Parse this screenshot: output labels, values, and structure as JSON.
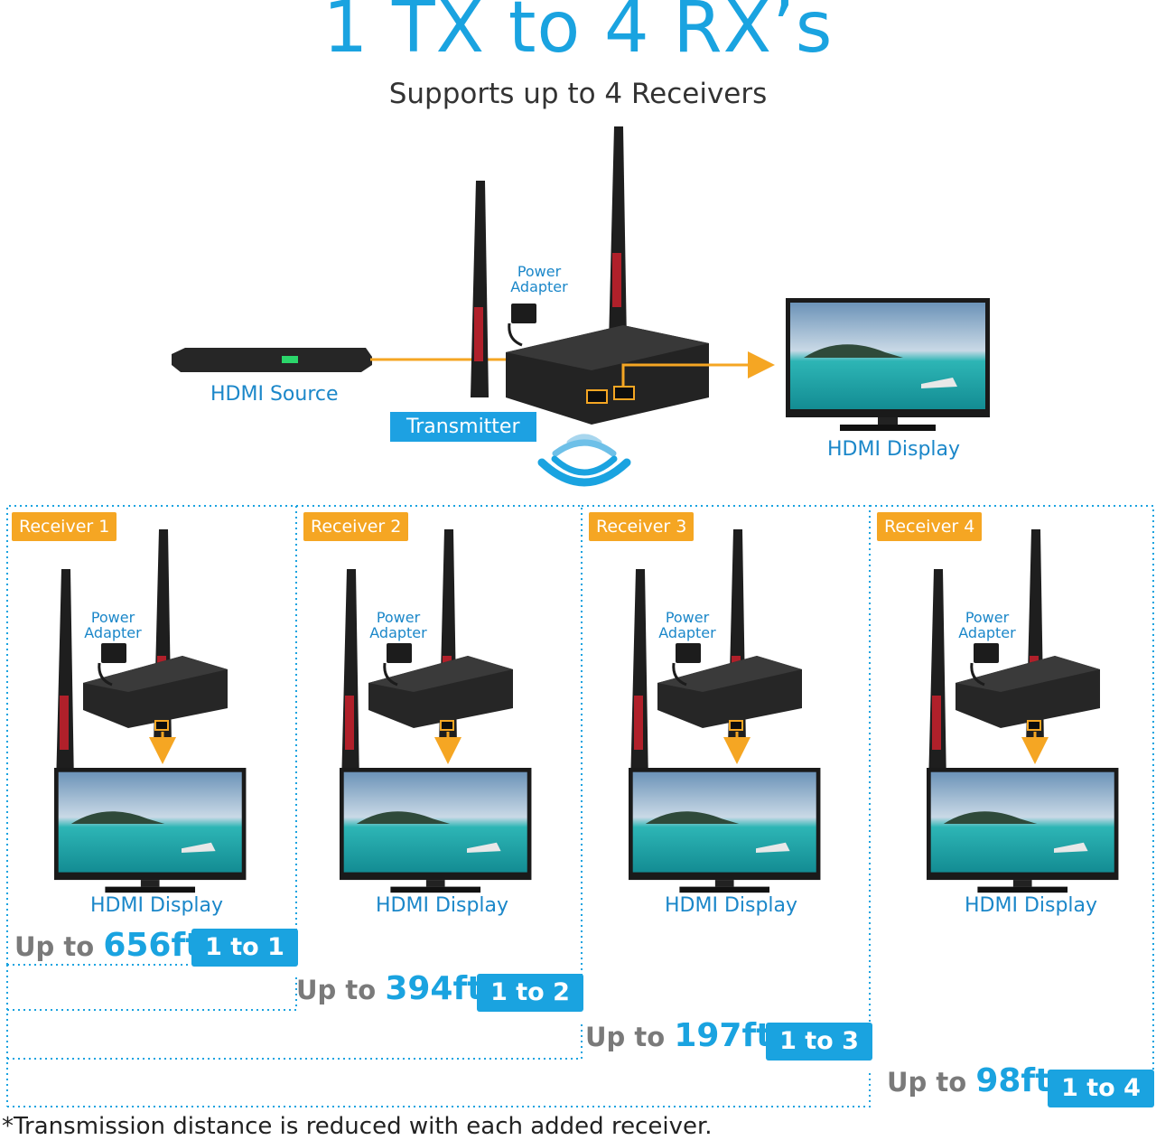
{
  "header": {
    "title": "1 TX to 4 RX’s",
    "subtitle": "Supports up to 4 Receivers"
  },
  "transmitter_section": {
    "power_adapter_line1": "Power",
    "power_adapter_line2": "Adapter",
    "hdmi_source_label": "HDMI Source",
    "transmitter_label": "Transmitter",
    "hdmi_display_label": "HDMI Display"
  },
  "receivers": [
    {
      "tag": "Receiver 1",
      "power_line1": "Power",
      "power_line2": "Adapter",
      "display_label": "HDMI Display"
    },
    {
      "tag": "Receiver 2",
      "power_line1": "Power",
      "power_line2": "Adapter",
      "display_label": "HDMI Display"
    },
    {
      "tag": "Receiver 3",
      "power_line1": "Power",
      "power_line2": "Adapter",
      "display_label": "HDMI Display"
    },
    {
      "tag": "Receiver 4",
      "power_line1": "Power",
      "power_line2": "Adapter",
      "display_label": "HDMI Display"
    }
  ],
  "distances": [
    {
      "prefix": "Up to",
      "value": "656ft",
      "ratio": "1 to 1"
    },
    {
      "prefix": "Up to",
      "value": "394ft",
      "ratio": "1 to 2"
    },
    {
      "prefix": "Up to",
      "value": "197ft",
      "ratio": "1 to 3"
    },
    {
      "prefix": "Up to",
      "value": "98ft",
      "ratio": "1 to 4"
    }
  ],
  "footnote": "*Transmission distance is reduced with each added receiver.",
  "colors": {
    "accent_blue": "#1aa3e0",
    "label_blue": "#1b87c9",
    "orange": "#f5a623",
    "dotted": "#1aa3e0"
  },
  "icons": [
    "antenna-icon",
    "power-adapter-icon",
    "blu-ray-player-icon",
    "hdmi-display-icon",
    "wireless-signal-icon",
    "arrow-icon"
  ]
}
